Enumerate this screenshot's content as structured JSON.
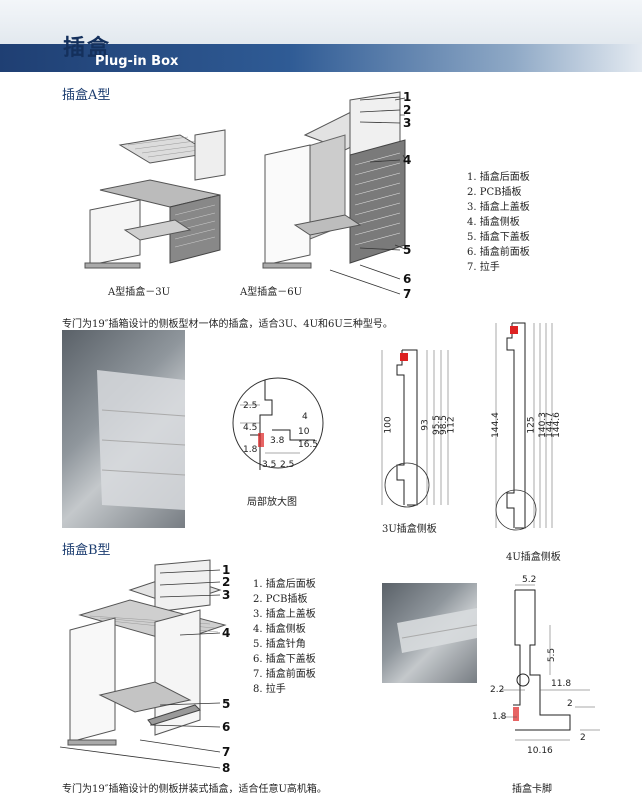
{
  "header": {
    "title_cn": "插盒",
    "title_en": "Plug-in Box"
  },
  "section_a": {
    "title": "插盒A型",
    "caption_3u": "A型插盒－3U",
    "caption_6u": "A型插盒－6U",
    "callouts": [
      "1",
      "2",
      "3",
      "4",
      "5",
      "6",
      "7"
    ],
    "legend": [
      "1. 插盒后面板",
      "2. PCB插板",
      "3. 插盒上盖板",
      "4. 插盒侧板",
      "5. 插盒下盖板",
      "6. 插盒前面板",
      "7. 拉手"
    ],
    "description": "专门为19″插箱设计的侧板型材一体的插盒，适合3U、4U和6U三种型号。"
  },
  "details": {
    "zoom_caption": "局部放大图",
    "side_3u_caption": "3U插盒侧板",
    "side_4u_caption": "4U插盒侧板",
    "zoom_dims": [
      "2.5",
      "4.5",
      "1.8",
      "3.5",
      "2.5",
      "10",
      "16.5",
      "3.8",
      "4"
    ],
    "dims_3u": [
      "100",
      "93",
      "95.5",
      "98.5",
      "112"
    ],
    "dims_4u": [
      "144.4",
      "125",
      "140.3",
      "144.7",
      "144.6"
    ]
  },
  "section_b": {
    "title": "插盒B型",
    "callouts": [
      "1",
      "2",
      "3",
      "4",
      "5",
      "6",
      "7",
      "8"
    ],
    "legend": [
      "1. 插盒后面板",
      "2. PCB插板",
      "3. 插盒上盖板",
      "4. 插盒侧板",
      "5. 插盒针角",
      "6. 插盒下盖板",
      "7. 插盒前面板",
      "8. 拉手"
    ],
    "description": "专门为19″插箱设计的侧板拼装式插盒，适合任意U高机箱。",
    "profile_caption": "插盒卡脚",
    "profile_dims": [
      "5.2",
      "5.5",
      "2.2",
      "11.8",
      "1.8",
      "2",
      "10.16",
      "2"
    ]
  }
}
